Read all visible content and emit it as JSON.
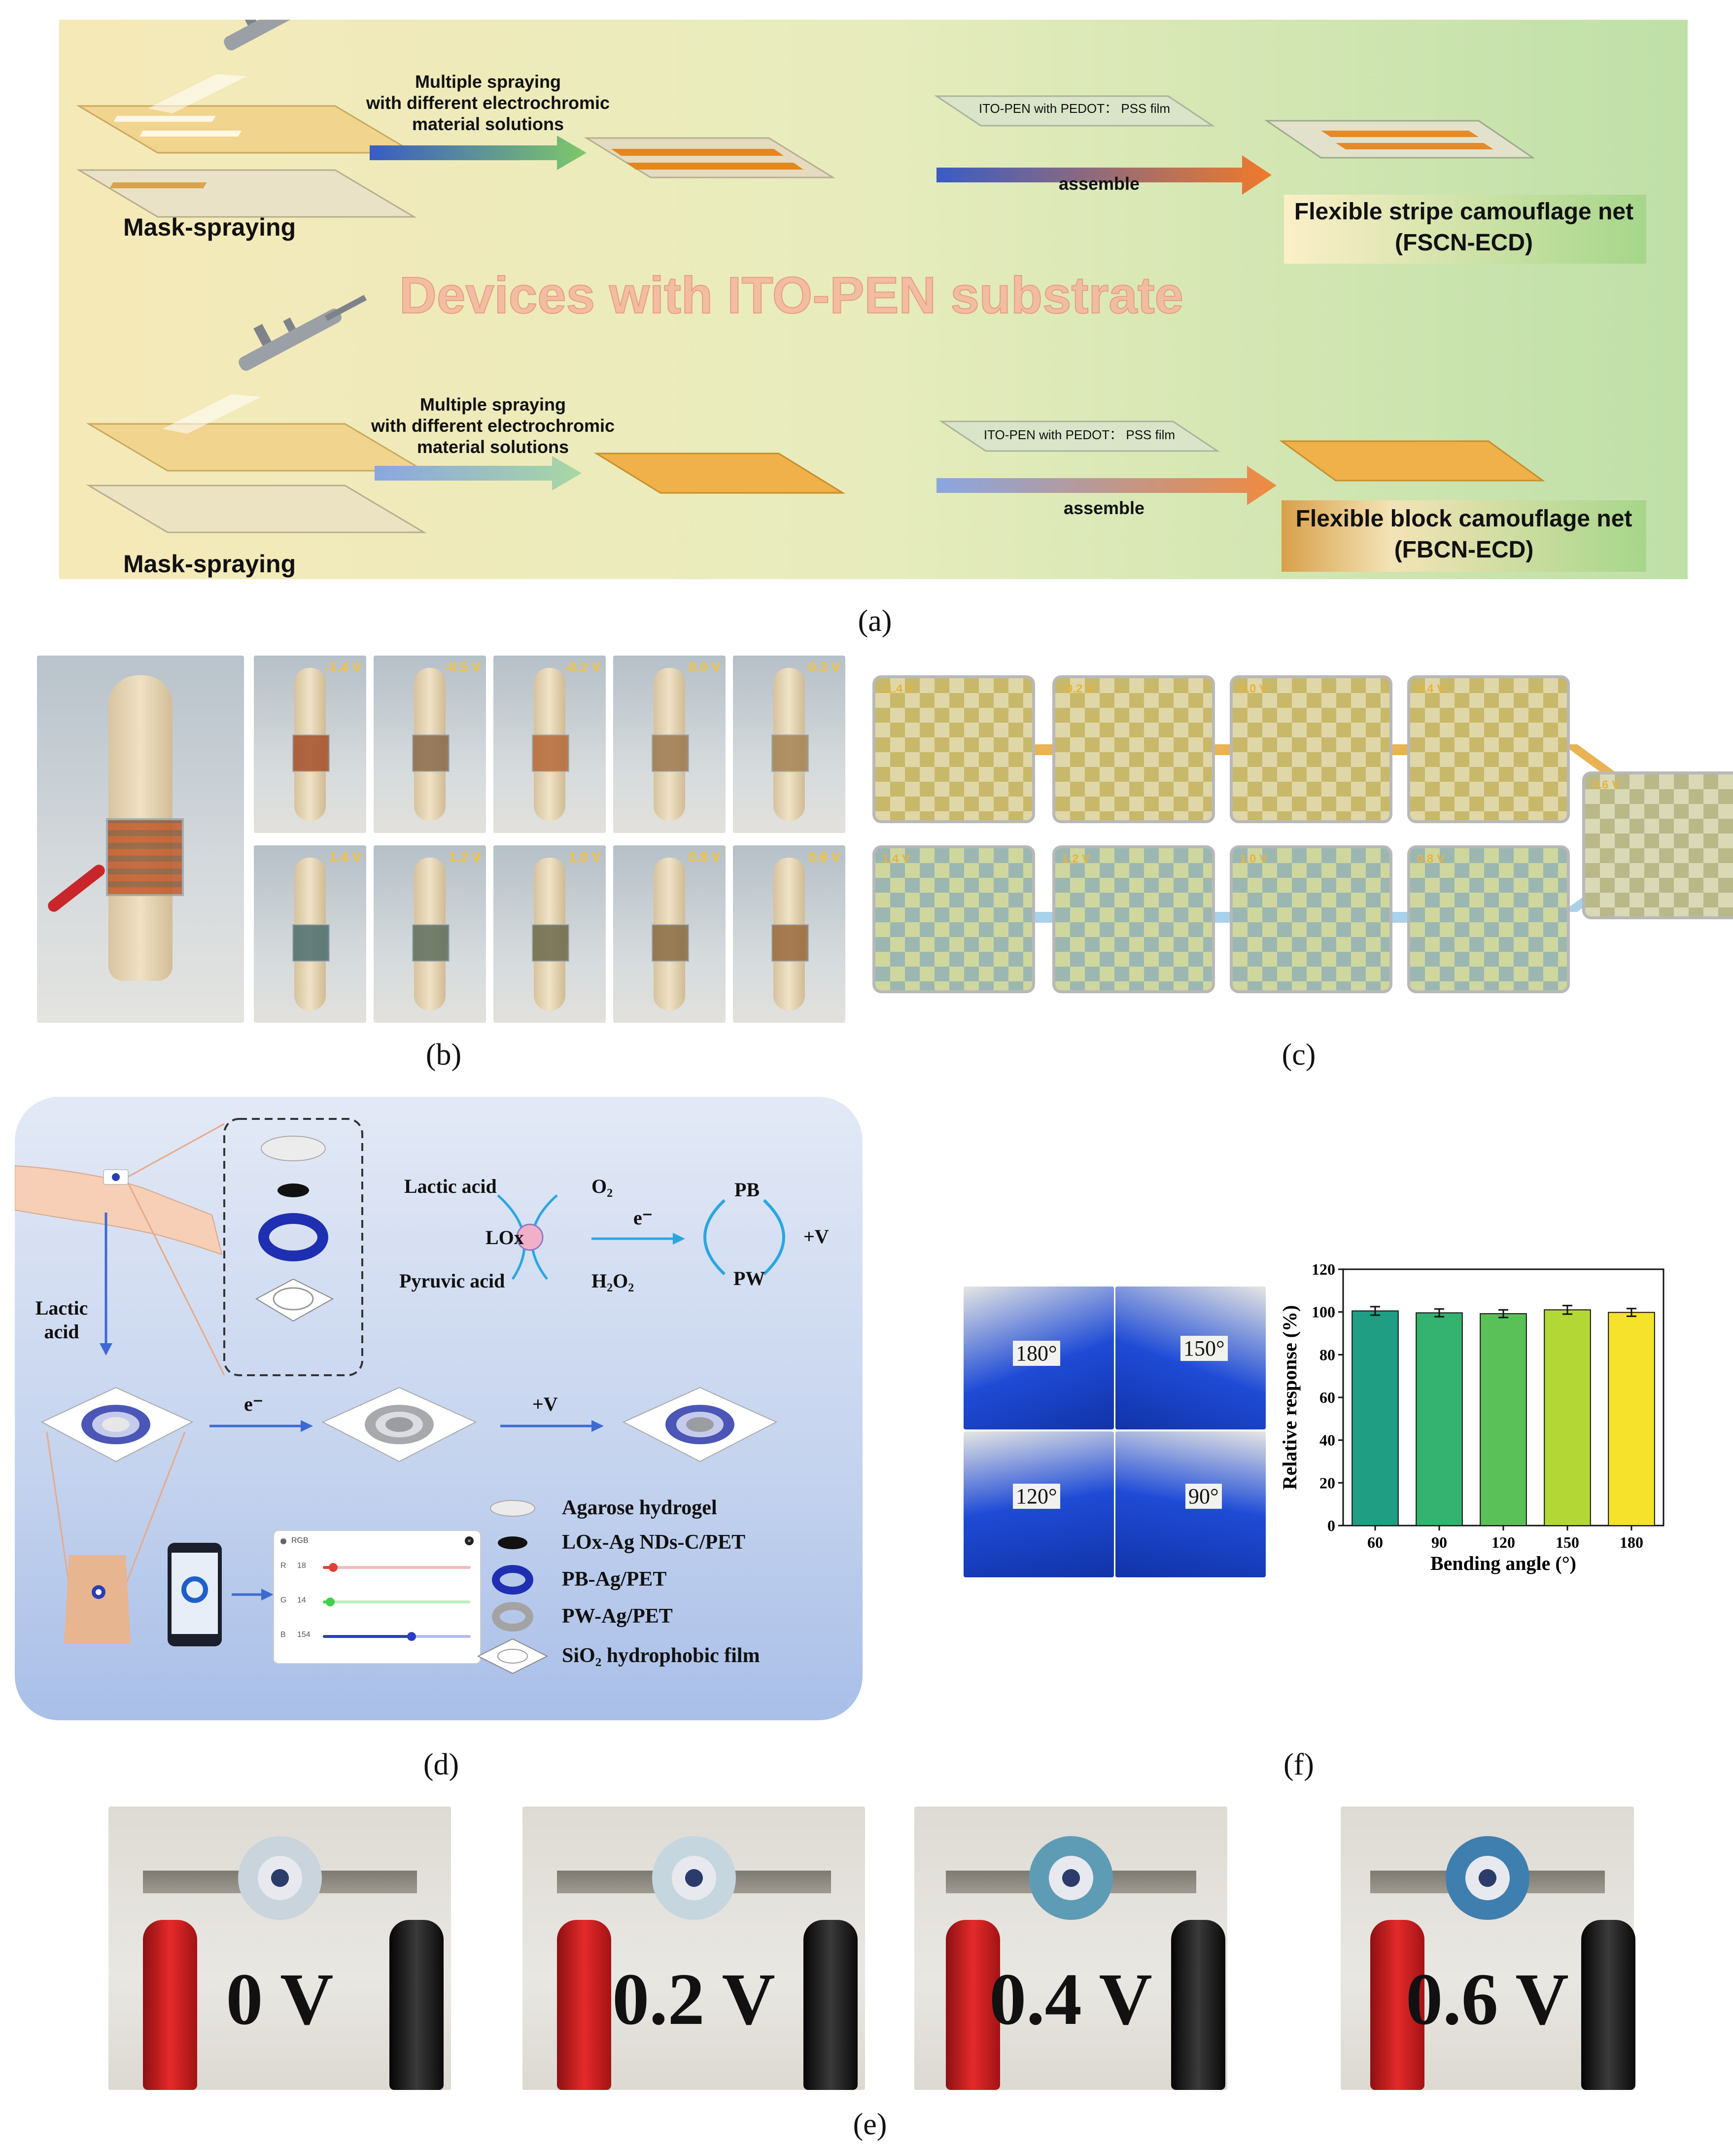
{
  "panel_a": {
    "caption": "(a)",
    "overlay_title": "Devices with ITO-PEN substrate",
    "top": {
      "step1_label": "Mask-spraying",
      "arrow1_line1": "Multiple spraying",
      "arrow1_line2": "with different electrochromic",
      "arrow1_line3": "material solutions",
      "film_label": "ITO-PEN with PEDOT： PSS film",
      "assemble": "assemble",
      "result_line1": "Flexible stripe camouflage net",
      "result_line2": "(FSCN-ECD)"
    },
    "bottom": {
      "step1_label": "Mask-spraying",
      "arrow1_line1": "Multiple spraying",
      "arrow1_line2": "with different electrochromic",
      "arrow1_line3": "material solutions",
      "film_label": "ITO-PEN with PEDOT： PSS film",
      "assemble": "assemble",
      "result_line1": "Flexible  block camouflage net",
      "result_line2": "(FBCN-ECD)"
    }
  },
  "panel_b": {
    "caption": "(b)",
    "top_voltages": [
      "-1.4 V",
      "-0.5 V",
      "-0.2 V",
      "0.0 V",
      "0.3 V"
    ],
    "bottom_voltages": [
      "1.4 V",
      "1.2 V",
      "1.0 V",
      "0.8 V",
      "0.6 V"
    ]
  },
  "panel_c": {
    "caption": "(c)",
    "top_voltages": [
      "-1.4 V",
      "-0.2 V",
      "0.0 V",
      "0.4 V"
    ],
    "right_voltage": "0.6 V",
    "bottom_voltages": [
      "1.4 V",
      "1.2 V",
      "1.0 V",
      "0.8 V"
    ]
  },
  "panel_d": {
    "caption": "(d)",
    "lactic_acid": "Lactic acid",
    "lactic_acid_side_1": "Lactic",
    "lactic_acid_side_2": "acid",
    "lox": "LOx",
    "pyruvic_acid": "Pyruvic acid",
    "o2": "O₂",
    "h2o2": "H₂O₂",
    "electron": "e⁻",
    "pb": "PB",
    "pw": "PW",
    "plus_v": "+V",
    "legend": [
      "Agarose hydrogel",
      "LOx-Ag NDs-C/PET",
      "PB-Ag/PET",
      "PW-Ag/PET",
      "SiO₂ hydrophobic film"
    ],
    "rgb_panel": {
      "title": "RGB",
      "rows": [
        {
          "label": "R",
          "value": "18",
          "level": 0.07,
          "color": "#e0403a"
        },
        {
          "label": "G",
          "value": "14",
          "level": 0.05,
          "color": "#3ed04a"
        },
        {
          "label": "B",
          "value": "154",
          "level": 0.6,
          "color": "#2a3ec8"
        }
      ]
    }
  },
  "panel_e": {
    "caption": "(e)",
    "voltages": [
      "0 V",
      "0.2 V",
      "0.4 V",
      "0.6 V"
    ]
  },
  "panel_f": {
    "caption": "(f)",
    "angles": [
      "180°",
      "150°",
      "120°",
      "90°"
    ]
  },
  "chart_data": {
    "type": "bar",
    "categories": [
      "60",
      "90",
      "120",
      "150",
      "180"
    ],
    "values": [
      100.5,
      99.6,
      99.2,
      101.0,
      99.8
    ],
    "errors": [
      2.0,
      1.8,
      1.8,
      2.0,
      1.8
    ],
    "xlabel": "Bending angle (°)",
    "ylabel": "Relative response (%)",
    "ylim": [
      0,
      120
    ],
    "yticks": [
      "0",
      "20",
      "40",
      "60",
      "80",
      "100",
      "120"
    ],
    "colors": [
      "#1f9e84",
      "#33b36f",
      "#5ac159",
      "#b3d836",
      "#f6e22a"
    ]
  }
}
